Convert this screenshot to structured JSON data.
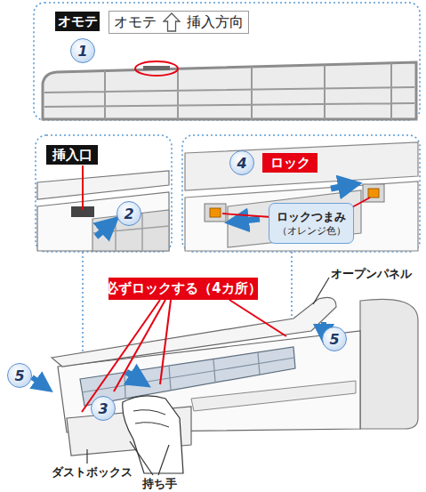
{
  "diagram": {
    "nodes": [
      {
        "text": [
          "オモテ"
        ]
      },
      {
        "text": [
          "オモテ",
          "挿入方向"
        ]
      },
      {
        "text": [
          "1"
        ]
      },
      {
        "text": [
          "挿入口"
        ]
      },
      {
        "text": [
          "2"
        ]
      },
      {
        "text": [
          "4"
        ]
      },
      {
        "text": [
          "ロック"
        ]
      },
      {
        "text": [
          "ロックつまみ",
          "（オレンジ色）"
        ]
      },
      {
        "text": [
          "必ずロックする（4カ所）"
        ]
      },
      {
        "text": [
          "5"
        ]
      },
      {
        "text": [
          "5"
        ]
      },
      {
        "text": [
          "3"
        ]
      }
    ],
    "labels": [
      "オープンパネル",
      "ダストボックス",
      "持ち手"
    ]
  }
}
